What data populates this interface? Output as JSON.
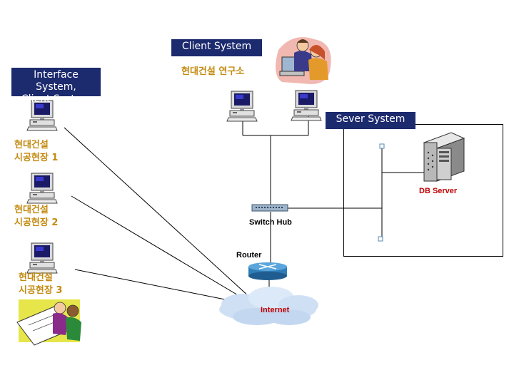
{
  "headers": {
    "client_system": "Client System",
    "interface_system_line1": "Interface System,",
    "interface_system_line2": "Client System",
    "server_system": "Sever System"
  },
  "labels": {
    "lab": "현대건설 연구소",
    "site1_line1": "현대건설",
    "site1_line2": "시공현장 1",
    "site2_line1": "현대건설",
    "site2_line2": "시공현장 2",
    "site3_line1": "현대건설",
    "site3_line2": "시공현장 3",
    "db_server": "DB Server",
    "switch_hub": "Switch Hub",
    "router": "Router",
    "internet": "Internet"
  },
  "colors": {
    "header_bg": "#1c2a6e",
    "olive_text": "#c38a10",
    "internet_text": "#c00000",
    "cloud": "#cfe0f5",
    "router": "#2f7db8"
  },
  "icons": [
    "computer-icon",
    "people-at-computer-clipart",
    "engineers-at-drafting-table-clipart",
    "server-tower-icon",
    "switch-hub-icon",
    "router-icon",
    "internet-cloud-icon"
  ]
}
